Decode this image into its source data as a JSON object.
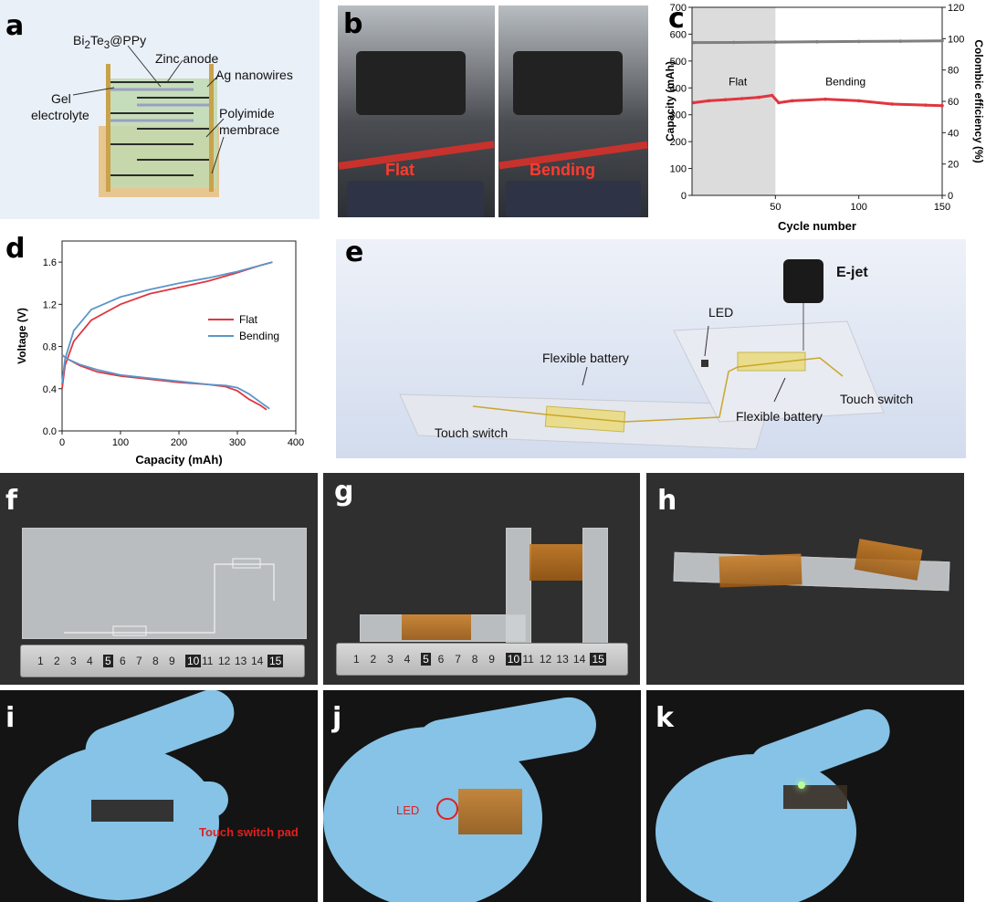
{
  "panels": {
    "a": {
      "label": "a",
      "texts": {
        "bi2te3_pre": "Bi",
        "bi2te3_sub1": "2",
        "bi2te3_mid": "Te",
        "bi2te3_sub2": "3",
        "bi2te3_post": "@PPy",
        "zinc": "Zinc anode",
        "ag": "Ag nanowires",
        "gel1": "Gel",
        "gel2": "electrolyte",
        "poly1": "Polyimide",
        "poly2": "membrace"
      }
    },
    "b": {
      "label": "b",
      "flat": "Flat",
      "bending": "Bending"
    },
    "c": {
      "label": "c"
    },
    "d": {
      "label": "d"
    },
    "e": {
      "label": "e",
      "ejet": "E-jet",
      "led": "LED",
      "flex1": "Flexible battery",
      "flex2": "Flexible battery",
      "touch1": "Touch switch",
      "touch2": "Touch switch"
    },
    "f": {
      "label": "f"
    },
    "g": {
      "label": "g"
    },
    "h": {
      "label": "h"
    },
    "i": {
      "label": "i",
      "annotation": "Touch switch pad"
    },
    "j": {
      "label": "j",
      "annotation": "LED"
    },
    "k": {
      "label": "k"
    }
  },
  "ruler_numbers": [
    "1",
    "2",
    "3",
    "4",
    "5",
    "6",
    "7",
    "8",
    "9",
    "10",
    "11",
    "12",
    "13",
    "14",
    "15"
  ],
  "colors": {
    "flat": "#e0363f",
    "bending": "#5a96c8",
    "efficiency": "#7f7f7f",
    "annotation_red": "#e02020"
  },
  "chart_data": [
    {
      "id": "c",
      "type": "line",
      "xlabel": "Cycle number",
      "ylabel": "Capacity (mAh)",
      "y2label": "Colombic efficiency (%)",
      "xlim": [
        0,
        150
      ],
      "ylim": [
        0,
        700
      ],
      "y2lim": [
        0,
        120
      ],
      "xticks": [
        "50",
        "100",
        "150"
      ],
      "yticks": [
        "0",
        "100",
        "200",
        "300",
        "400",
        "500",
        "600",
        "700"
      ],
      "y2ticks": [
        "0",
        "20",
        "40",
        "60",
        "80",
        "100",
        "120"
      ],
      "shaded_region": [
        0,
        50
      ],
      "annotations": [
        "Flat",
        "Bending"
      ],
      "series": [
        {
          "axis": "left",
          "x": [
            1,
            10,
            20,
            30,
            40,
            48,
            52,
            60,
            80,
            100,
            120,
            140,
            150
          ],
          "values": [
            345,
            352,
            356,
            360,
            365,
            372,
            345,
            352,
            358,
            352,
            340,
            336,
            334
          ]
        },
        {
          "axis": "right",
          "x": [
            1,
            25,
            50,
            75,
            100,
            125,
            150
          ],
          "values": [
            97.5,
            97.6,
            97.8,
            98.0,
            98.2,
            98.4,
            98.6
          ]
        }
      ]
    },
    {
      "id": "d",
      "type": "line",
      "xlabel": "Capacity (mAh)",
      "ylabel": "Voltage (V)",
      "xlim": [
        0,
        400
      ],
      "ylim": [
        0,
        1.8
      ],
      "xticks": [
        "0",
        "100",
        "200",
        "300",
        "400"
      ],
      "yticks": [
        "0.0",
        "0.4",
        "0.8",
        "1.2",
        "1.6"
      ],
      "series": [
        {
          "name": "Flat",
          "branch": "charge",
          "x": [
            0,
            5,
            20,
            50,
            100,
            150,
            200,
            250,
            300,
            340,
            360
          ],
          "values": [
            0.4,
            0.62,
            0.85,
            1.05,
            1.2,
            1.3,
            1.36,
            1.42,
            1.5,
            1.57,
            1.6
          ]
        },
        {
          "name": "Flat",
          "branch": "discharge",
          "x": [
            0,
            10,
            30,
            60,
            100,
            150,
            200,
            250,
            280,
            300,
            320,
            340,
            350
          ],
          "values": [
            0.72,
            0.68,
            0.62,
            0.56,
            0.52,
            0.49,
            0.46,
            0.44,
            0.42,
            0.38,
            0.3,
            0.24,
            0.2
          ]
        },
        {
          "name": "Bending",
          "branch": "charge",
          "x": [
            0,
            5,
            20,
            50,
            100,
            150,
            200,
            250,
            300,
            340,
            360
          ],
          "values": [
            0.45,
            0.68,
            0.95,
            1.15,
            1.27,
            1.34,
            1.4,
            1.45,
            1.51,
            1.57,
            1.6
          ]
        },
        {
          "name": "Bending",
          "branch": "discharge",
          "x": [
            0,
            10,
            30,
            60,
            100,
            150,
            200,
            250,
            280,
            300,
            320,
            340,
            355
          ],
          "values": [
            0.72,
            0.68,
            0.63,
            0.58,
            0.53,
            0.5,
            0.47,
            0.44,
            0.43,
            0.41,
            0.35,
            0.27,
            0.21
          ]
        }
      ]
    }
  ]
}
